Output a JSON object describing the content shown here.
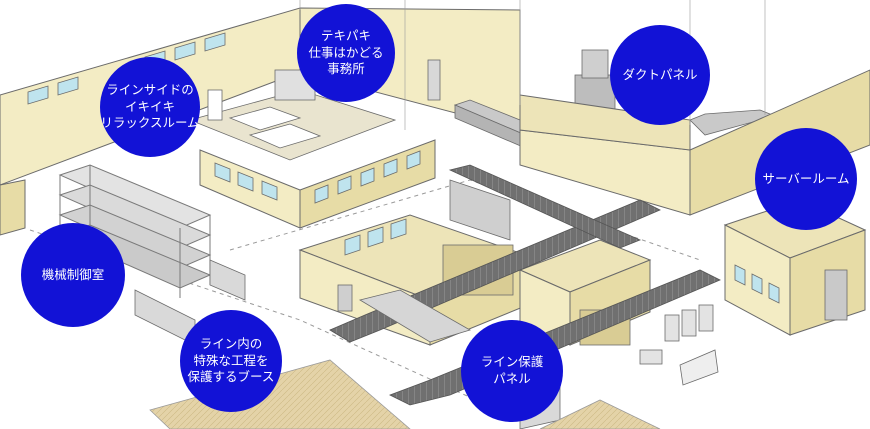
{
  "colors": {
    "bubble": "#1212d6",
    "wall": "#f3ecc4",
    "wall_shade": "#e7dca6",
    "outline": "#6b6b6b",
    "window": "#bfe4ee",
    "floor": "#e4d3a8",
    "conveyor": "#6f6f6f",
    "duct": "#c9c9c9"
  },
  "callouts": [
    {
      "id": "break-room",
      "text": "ラインサイドの\nイキイキ\nリラックスルーム"
    },
    {
      "id": "office",
      "text": "テキパキ\n仕事はかどる\n事務所"
    },
    {
      "id": "duct-panel",
      "text": "ダクトパネル"
    },
    {
      "id": "server-room",
      "text": "サーバールーム"
    },
    {
      "id": "control-room",
      "text": "機械制御室"
    },
    {
      "id": "process-booth",
      "text": "ライン内の\n特殊な工程を\n保護するブース"
    },
    {
      "id": "line-panel",
      "text": "ライン保護\nパネル"
    }
  ]
}
